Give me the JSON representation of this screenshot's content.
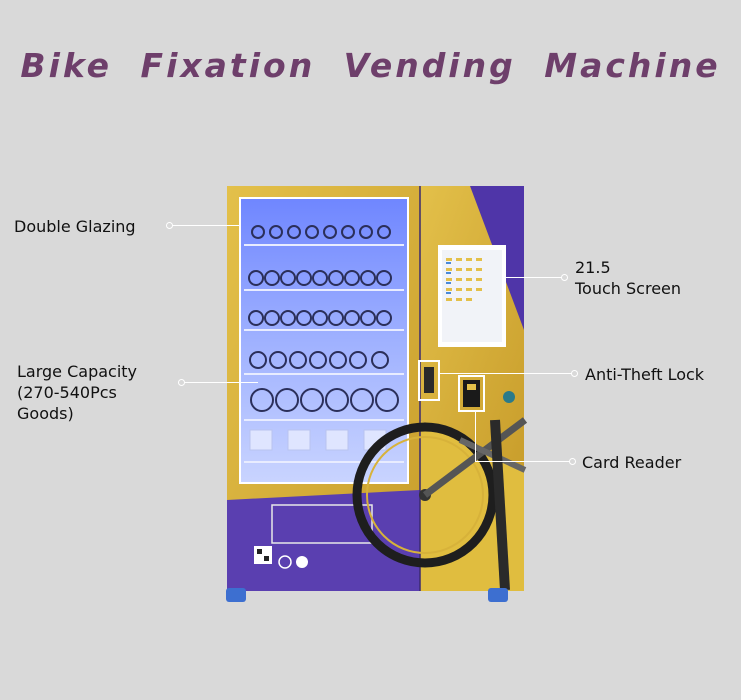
{
  "title": "Bike Fixation Vending Machine",
  "callouts": {
    "double_glazing": "Double Glazing",
    "touch_screen_line1": "21.5",
    "touch_screen_line2": "Touch Screen",
    "large_capacity_line1": "Large Capacity",
    "large_capacity_line2": "(270-540Pcs",
    "large_capacity_line3": "Goods)",
    "anti_theft_lock": "Anti-Theft Lock",
    "card_reader": "Card Reader"
  },
  "colors": {
    "background": "#d9d9d9",
    "title": "#6e3f6b",
    "cabinet_gold": "#d7b23a",
    "cabinet_purple": "#5a3fb0",
    "glass_blue": "#8aa6ff"
  }
}
